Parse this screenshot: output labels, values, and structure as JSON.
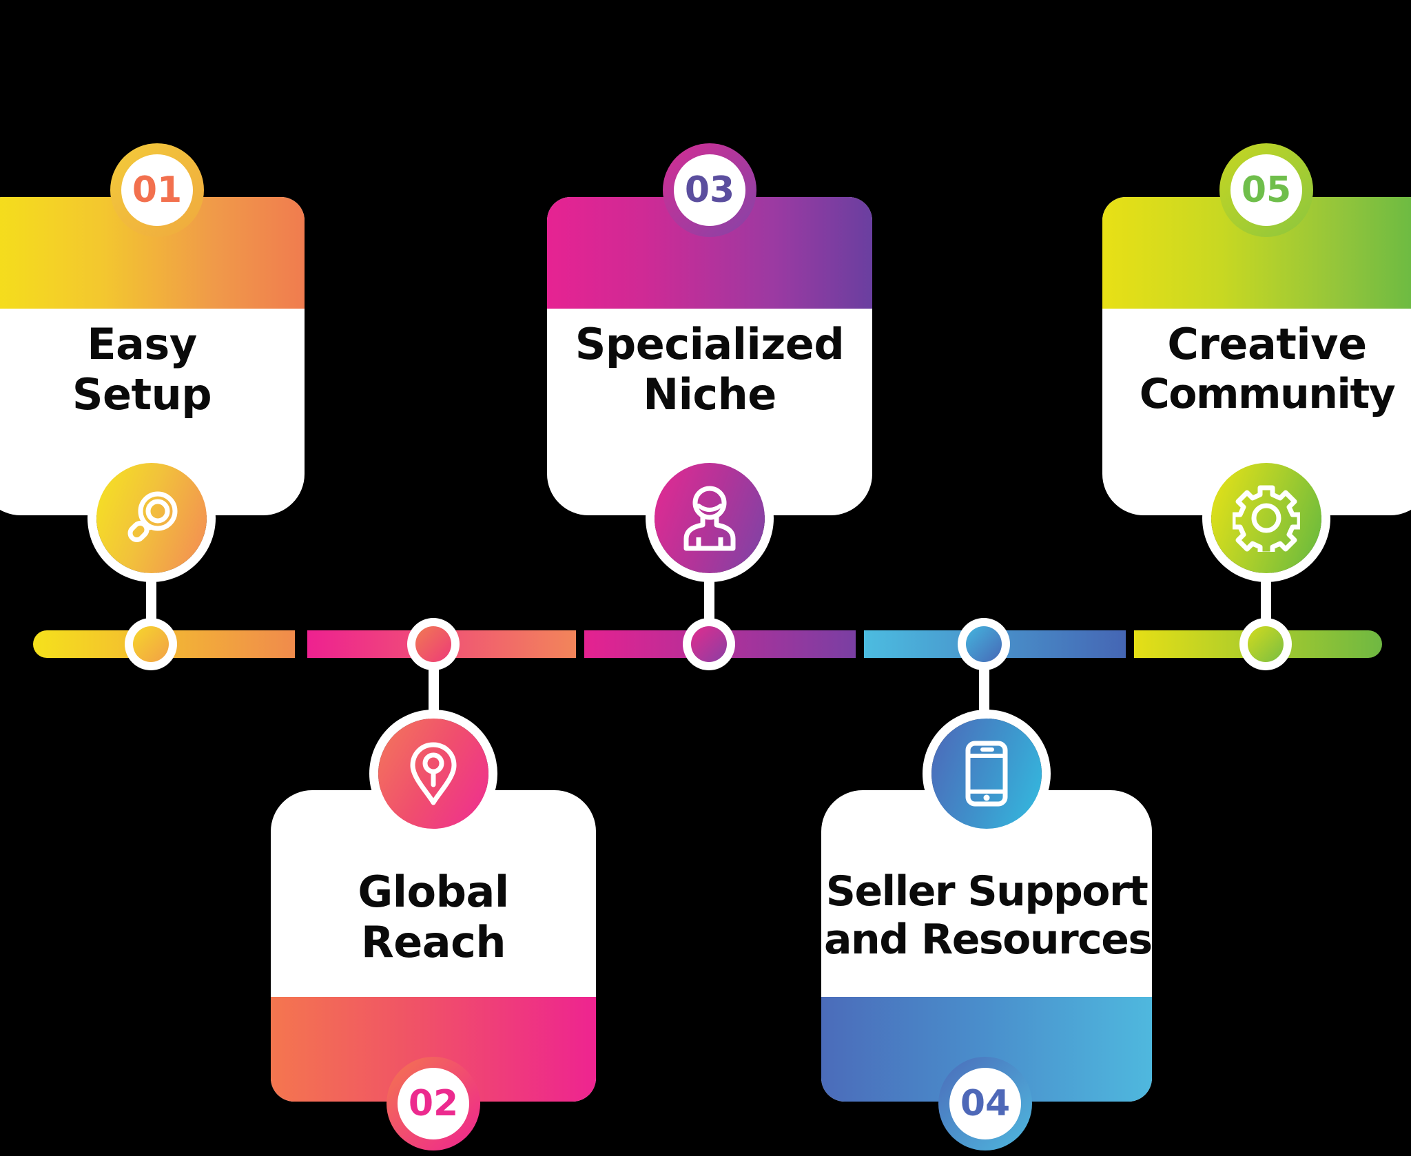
{
  "background_color": "#000000",
  "infographic": {
    "type": "timeline-process-5-steps",
    "steps": [
      {
        "number": "01",
        "title_lines": [
          "Easy",
          "Setup"
        ],
        "title": "Easy Setup",
        "icon": "magnifier-icon",
        "position": "top",
        "number_color": "#F2704E",
        "band_gradient_from": "#F5E119",
        "band_gradient_to": "#F07C4F",
        "badge_gradient_from": "#F2CB3A",
        "badge_gradient_to": "#F0A93F",
        "icon_gradient_from": "#F5E421",
        "icon_gradient_to": "#F38A55",
        "node_gradient_from": "#F6D62C",
        "node_gradient_to": "#F2A046"
      },
      {
        "number": "02",
        "title_lines": [
          "Global",
          "Reach"
        ],
        "title": "Global Reach",
        "icon": "location-pin-icon",
        "position": "bottom",
        "number_color": "#EC2A8E",
        "band_gradient_from": "#F4764F",
        "band_gradient_to": "#EE2490",
        "badge_gradient_from": "#F4764F",
        "badge_gradient_to": "#EE2490",
        "icon_gradient_from": "#F3785A",
        "icon_gradient_to": "#EE2C93",
        "node_gradient_from": "#F07A53",
        "node_gradient_to": "#EE3A78"
      },
      {
        "number": "03",
        "title_lines": [
          "Specialized",
          "Niche"
        ],
        "title": "Specialized Niche",
        "icon": "user-person-icon",
        "position": "top",
        "number_color": "#5B4E9E",
        "band_gradient_from": "#E62392",
        "band_gradient_to": "#6A3FA0",
        "badge_gradient_from": "#D42D93",
        "badge_gradient_to": "#8544A7",
        "icon_gradient_from": "#E42A91",
        "icon_gradient_to": "#7B44A6",
        "node_gradient_from": "#E12C8D",
        "node_gradient_to": "#8A3FA4"
      },
      {
        "number": "04",
        "title_lines": [
          "Seller Support",
          "and Resources"
        ],
        "title": "Seller Support and Resources",
        "icon": "mobile-phone-icon",
        "position": "bottom",
        "number_color": "#4E68B8",
        "band_gradient_from": "#4B6CBA",
        "band_gradient_to": "#4FB8DE",
        "badge_gradient_from": "#4B6CBA",
        "badge_gradient_to": "#4FB8DE",
        "icon_gradient_from": "#4D67B8",
        "icon_gradient_to": "#33BCE0",
        "node_gradient_from": "#45B5DE",
        "node_gradient_to": "#4668B6"
      },
      {
        "number": "05",
        "title_lines": [
          "Creative",
          "Community"
        ],
        "title": "Creative Community",
        "icon": "gear-icon",
        "position": "top",
        "number_color": "#6FBE4B",
        "band_gradient_from": "#E8E016",
        "band_gradient_to": "#63B844",
        "badge_gradient_from": "#C6D622",
        "badge_gradient_to": "#8CC63E",
        "icon_gradient_from": "#E9E316",
        "icon_gradient_to": "#63B83F",
        "node_gradient_from": "#D3DB1E",
        "node_gradient_to": "#79BE42"
      }
    ],
    "timeline": {
      "segments": [
        {
          "from": "#F5E11C",
          "to": "#F08B4C"
        },
        {
          "from": "#EE2190",
          "to": "#F2855A"
        },
        {
          "from": "#E52290",
          "to": "#7A3FA3"
        },
        {
          "from": "#4CBCE0",
          "to": "#4566B4"
        },
        {
          "from": "#E5DF16",
          "to": "#6FB842"
        }
      ]
    }
  }
}
